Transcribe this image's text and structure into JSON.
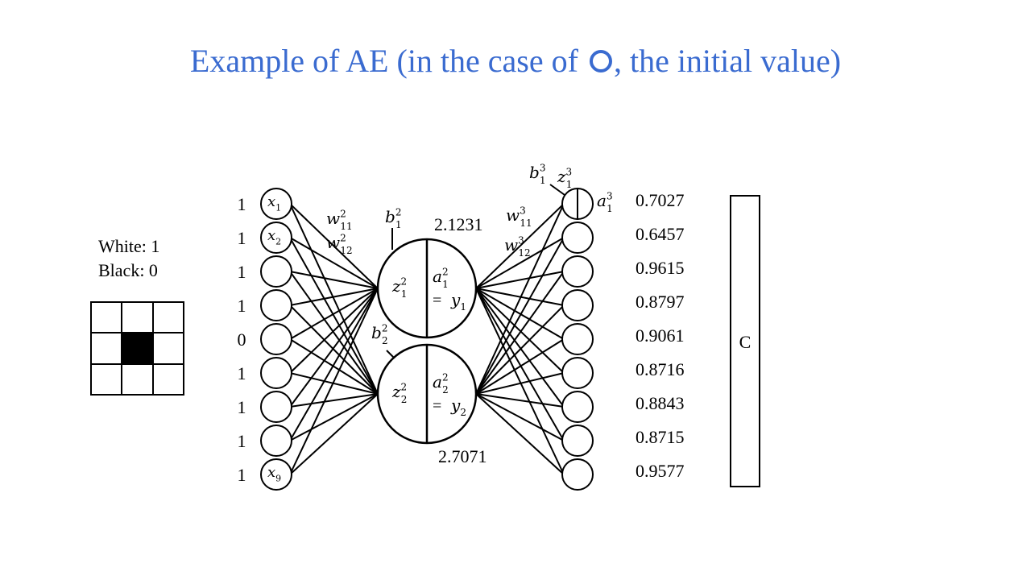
{
  "title": {
    "before": "Example of AE (in the case of ",
    "after": ", the initial value)",
    "color": "#3a6bd0"
  },
  "legend": {
    "white": "White: 1",
    "black": "Black: 0"
  },
  "pixel_grid": [
    1,
    1,
    1,
    1,
    0,
    1,
    1,
    1,
    1
  ],
  "inputs": [
    "1",
    "1",
    "1",
    "1",
    "0",
    "1",
    "1",
    "1",
    "1"
  ],
  "input_node_labels": {
    "x1": {
      "base": "x",
      "sub": "1"
    },
    "x2": {
      "base": "x",
      "sub": "2"
    },
    "x9": {
      "base": "x",
      "sub": "9"
    }
  },
  "weight_labels": {
    "w11_2": {
      "base": "w",
      "sup": "2",
      "sub": "11"
    },
    "w12_2": {
      "base": "w",
      "sup": "2",
      "sub": "12"
    },
    "w11_3": {
      "base": "w",
      "sup": "3",
      "sub": "11"
    },
    "w12_3": {
      "base": "w",
      "sup": "3",
      "sub": "12"
    }
  },
  "hidden": [
    {
      "bias": {
        "base": "b",
        "sup": "2",
        "sub": "1"
      },
      "z": {
        "base": "z",
        "sup": "2",
        "sub": "1"
      },
      "a": {
        "base": "a",
        "sup": "2",
        "sub": "1"
      },
      "y": {
        "base": "y",
        "sub": "1"
      },
      "eq": "=",
      "value": "2.1231"
    },
    {
      "bias": {
        "base": "b",
        "sup": "2",
        "sub": "2"
      },
      "z": {
        "base": "z",
        "sup": "2",
        "sub": "2"
      },
      "a": {
        "base": "a",
        "sup": "2",
        "sub": "2"
      },
      "y": {
        "base": "y",
        "sub": "2"
      },
      "eq": "=",
      "value": "2.7071"
    }
  ],
  "output_labels": {
    "b1_3": {
      "base": "b",
      "sup": "3",
      "sub": "1"
    },
    "z1_3": {
      "base": "z",
      "sup": "3",
      "sub": "1"
    },
    "a1_3": {
      "base": "a",
      "sup": "3",
      "sub": "1"
    }
  },
  "outputs": [
    "0.7027",
    "0.6457",
    "0.9615",
    "0.8797",
    "0.9061",
    "0.8716",
    "0.8843",
    "0.8715",
    "0.9577"
  ],
  "cost_label": "C"
}
